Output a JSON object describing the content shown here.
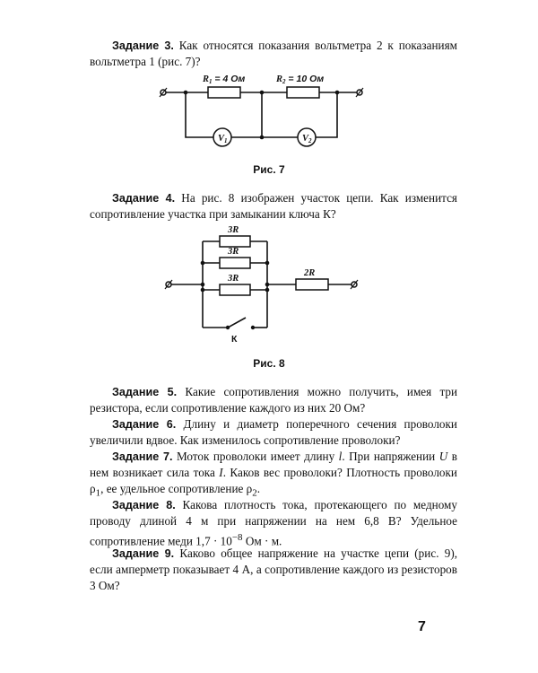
{
  "task3": {
    "label": "Задание 3.",
    "text": "Как относятся показания вольтметра 2 к показаниям вольтметра 1 (рис. 7)?"
  },
  "fig7": {
    "r1_sym": "R",
    "r1_sub": "1",
    "r1_val": " = 4 Ом",
    "r2_sym": "R",
    "r2_sub": "2",
    "r2_val": " = 10 Ом",
    "v1_sym": "V",
    "v1_sub": "1",
    "v2_sym": "V",
    "v2_sub": "2",
    "caption": "Рис. 7"
  },
  "task4": {
    "label": "Задание 4.",
    "text": "На рис. 8 изображен участок цепи. Как изменится сопротивление участка при замыкании ключа К?"
  },
  "fig8": {
    "r_top": "3R",
    "r_mid": "3R",
    "r_bot": "3R",
    "r_right": "2R",
    "key": "К",
    "caption": "Рис. 8"
  },
  "task5": {
    "label": "Задание 5.",
    "text": "Какие сопротивления можно получить, имея три резистора, если сопротивление каждого из них 20 Ом?"
  },
  "task6": {
    "label": "Задание 6.",
    "text": "Длину и диаметр поперечного сечения проволоки увеличили вдвое. Как изменилось сопротивление проволоки?"
  },
  "task7": {
    "label": "Задание 7.",
    "t1": "Моток проволоки имеет длину ",
    "l": "l",
    "t2": ". При напряжении ",
    "u": "U",
    "t3": " в нем возникает сила тока ",
    "i": "I",
    "t4": ". Каков вес проволоки? Плотность проволоки ρ",
    "rho1_sub": "1",
    "t5": ", ее удельное сопротивление ρ",
    "rho2_sub": "2",
    "t6": "."
  },
  "task8": {
    "label": "Задание 8.",
    "t1": "Какова плотность тока, протекающего по медному проводу длиной 4 м при напряжении на нем 6,8 В? Удельное сопротивление меди 1,7 · 10",
    "exp": "−8",
    "t2": " Ом · м."
  },
  "task9": {
    "label": "Задание 9.",
    "text": "Каково общее напряжение на участке цепи (рис. 9), если амперметр показывает 4 А, а сопротивление каждого из резисторов 3 Ом?"
  },
  "page_number": "7"
}
